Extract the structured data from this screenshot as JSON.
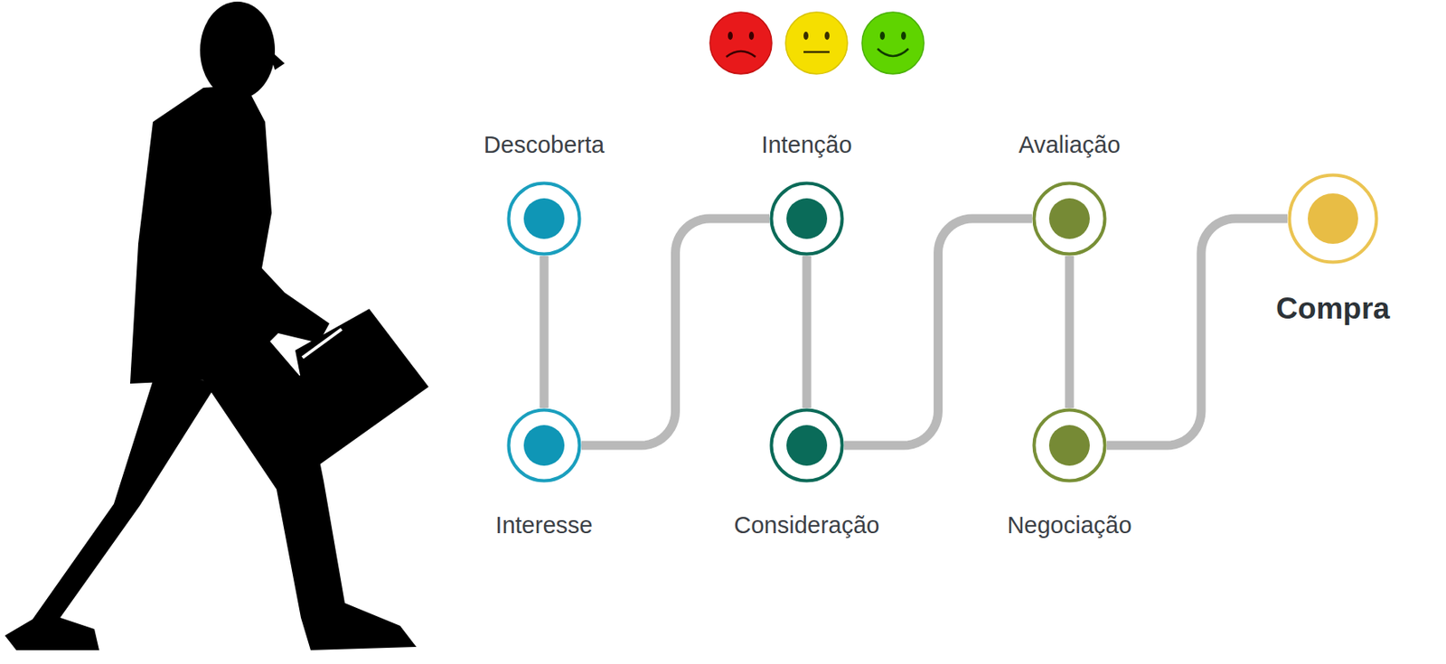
{
  "diagram": {
    "nodes": [
      {
        "text": [
          "Descoberta"
        ]
      },
      {
        "text": [
          "Interesse"
        ]
      },
      {
        "text": [
          "Intenção"
        ]
      },
      {
        "text": [
          "Consideração"
        ]
      },
      {
        "text": [
          "Avaliação"
        ]
      },
      {
        "text": [
          "Negociação"
        ]
      },
      {
        "text": [
          "Compra"
        ]
      }
    ],
    "edges": [
      {
        "from": 0,
        "to": 1,
        "arrow": "none"
      },
      {
        "from": 1,
        "to": 2,
        "arrow": "none"
      },
      {
        "from": 2,
        "to": 3,
        "arrow": "none"
      },
      {
        "from": 3,
        "to": 4,
        "arrow": "none"
      },
      {
        "from": 4,
        "to": 5,
        "arrow": "none"
      },
      {
        "from": 5,
        "to": 6,
        "arrow": "none"
      }
    ]
  }
}
